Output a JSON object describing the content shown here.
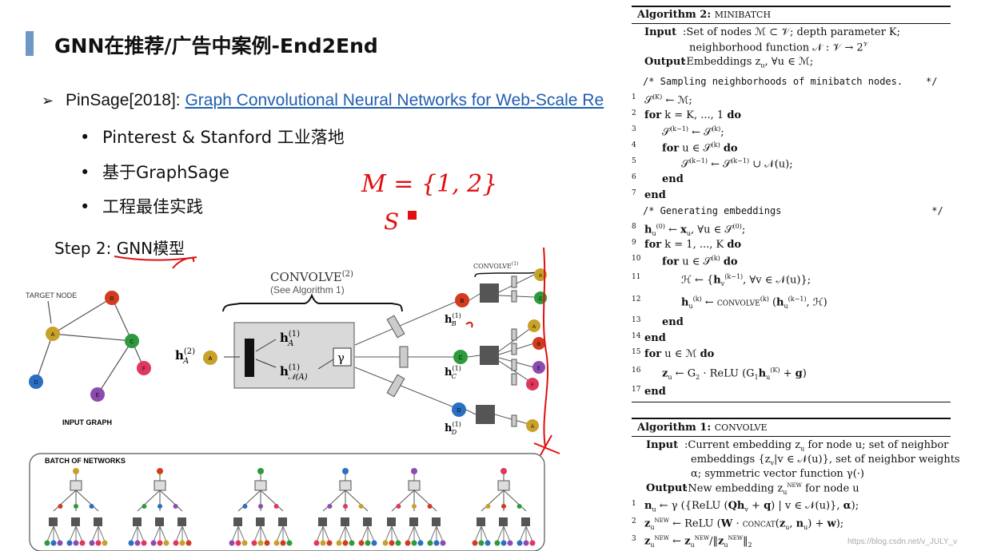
{
  "title": "GNN在推荐/广告中案例-End2End",
  "pinsage": {
    "prefix": "PinSage[2018]: ",
    "link": "Graph Convolutional Neural Networks for Web-Scale Re"
  },
  "bullets": [
    "Pinterest & Stanford 工业落地",
    "基于GraphSage",
    "工程最佳实践"
  ],
  "step": {
    "prefix": "Step 2: ",
    "highlight": "GNN模型"
  },
  "handwriting": {
    "set": "M = {1, 2}",
    "s": "S"
  },
  "diagram": {
    "target_node": "TARGET NODE",
    "input_graph": "INPUT GRAPH",
    "convolve2": "CONVOLVE",
    "convolve2_sup": "(2)",
    "see_alg": "(See Algorithm 1)",
    "convolve1": "CONVOLVE",
    "convolve1_sup": "(1)",
    "batch": "BATCH OF NETWORKS",
    "gamma": "γ",
    "nodes": [
      "A",
      "B",
      "C",
      "D",
      "E",
      "F"
    ]
  },
  "algo2": {
    "header": "Algorithm 2:",
    "name": "MINIBATCH",
    "input_label": "Input",
    "input_1": ":Set of nodes ℳ ⊂ 𝒱; depth parameter K;",
    "input_2": "neighborhood function 𝒩 : 𝒱 → 2",
    "input_2_sup": "𝒱",
    "output_label": "Output",
    "output": ":Embeddings z",
    "output_tail": ", ∀u ∈ ℳ;",
    "comment1": "/* Sampling neighborhoods of minibatch nodes.    */",
    "comment2": "/* Generating embeddings                          */",
    "lines": [
      "1",
      "2",
      "3",
      "4",
      "5",
      "6",
      "7",
      "8",
      "9",
      "10",
      "11",
      "12",
      "13",
      "14",
      "15",
      "16",
      "17"
    ]
  },
  "algo1": {
    "header": "Algorithm 1:",
    "name": "CONVOLVE",
    "input_label": "Input",
    "input_1": ":Current embedding z",
    "input_1b": " for node u; set of neighbor",
    "input_2": "embeddings {z",
    "input_2b": "|v ∈ 𝒩(u)}, set of neighbor weights",
    "input_3": "α; symmetric vector function γ(·)",
    "output_label": "Output",
    "output": ":New embedding z",
    "output_tail": " for node u"
  },
  "watermark": "https://blog.csdn.net/v_JULY_v",
  "colors": {
    "accent_bar": "#6f97c6",
    "link": "#1f5fb0",
    "ink_red": "#e01010"
  }
}
